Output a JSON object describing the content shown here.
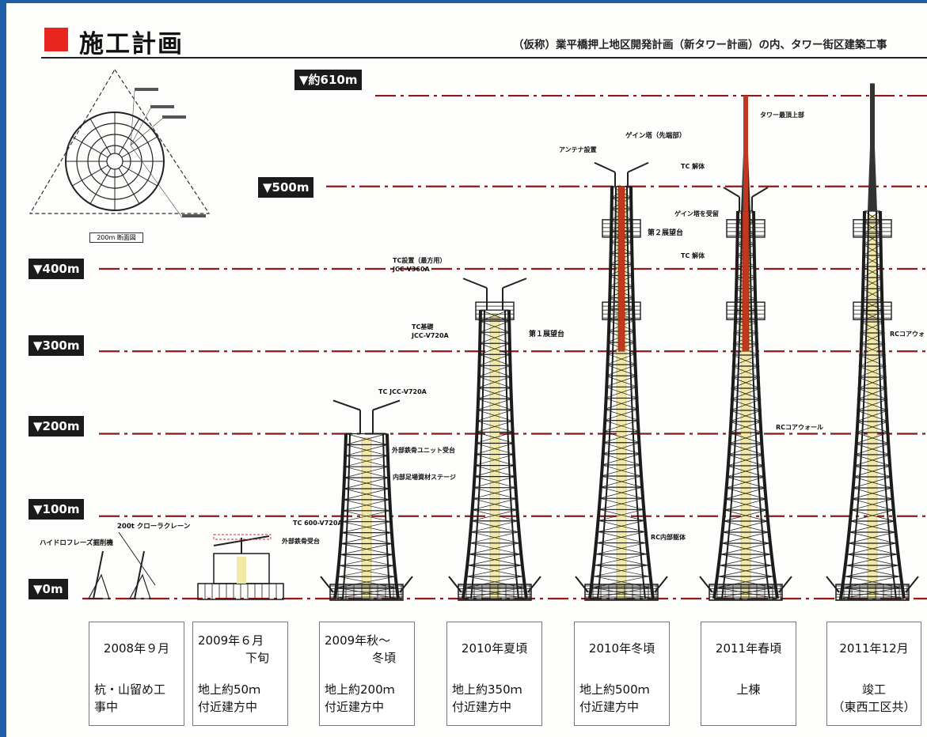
{
  "header": {
    "title": "施工計画",
    "subtitle": "（仮称）業平橋押上地区開発計画（新タワー計画）の内、タワー街区建築工事"
  },
  "levels": [
    {
      "label": "▼約610m",
      "height_m": 610
    },
    {
      "label": "▼500m",
      "height_m": 500
    },
    {
      "label": "▼400m",
      "height_m": 400
    },
    {
      "label": "▼300m",
      "height_m": 300
    },
    {
      "label": "▼200m",
      "height_m": 200
    },
    {
      "label": "▼100m",
      "height_m": 100
    },
    {
      "label": "▼0m",
      "height_m": 0
    }
  ],
  "stages": [
    {
      "date": "2008年９月",
      "status": "杭・山留め工\n事中",
      "height_m": 0
    },
    {
      "date": "2009年６月\n　　　　下旬",
      "status": "地上約50ｍ\n付近建方中",
      "height_m": 50
    },
    {
      "date": "2009年秋～\n　　　　冬頃",
      "status": "地上約200ｍ\n付近建方中",
      "height_m": 200
    },
    {
      "date": "2010年夏頃",
      "status": "地上約350ｍ\n付近建方中",
      "height_m": 350
    },
    {
      "date": "2010年冬頃",
      "status": "地上約500ｍ\n付近建方中",
      "height_m": 500
    },
    {
      "date": "2011年春頃",
      "status": "上棟",
      "height_m": 610
    },
    {
      "date": "2011年12月",
      "status": "竣工\n（東西工区共）",
      "height_m": 634
    }
  ],
  "plan_caption": "200m 断面図",
  "annotations": {
    "crawler_crane": "200t クローラクレーン",
    "hydrofraise": "ハイドロフレーズ掘削機",
    "tc_jcc_v720a_top": "TC JCC-V720A",
    "tc_jcc_v720a": "TC 600-V720A",
    "outer_steel": "外部鉄骨受台",
    "outer_unit": "外部鉄骨ユニット受台",
    "inner_stage": "内部足場資材ステージ",
    "tc_base_label": "TC基礎\nJCC-V720A",
    "tc_high_label": "TC設置（最方用）\nJCC-V360A",
    "first_deck": "第１展望台",
    "second_deck": "第２展望台",
    "gain_tower": "ゲイン塔（先端部）",
    "antenna": "アンテナ設置",
    "tc_demolish": "TC 解体",
    "gain_lift": "ゲイン塔を受留",
    "tower_top": "タワー最頂上部",
    "rc_core": "RCコアウォール",
    "rc_core_short": "RCコアウォ",
    "rc_inner": "RC内部躯体"
  },
  "colors": {
    "frame": "#1e5fa8",
    "accent_red": "#e8261f",
    "steel": "#1c1c1c",
    "core_yellow": "#f3e9a6",
    "gain_red": "#c2381e",
    "level_line": "#8c1a1a"
  }
}
